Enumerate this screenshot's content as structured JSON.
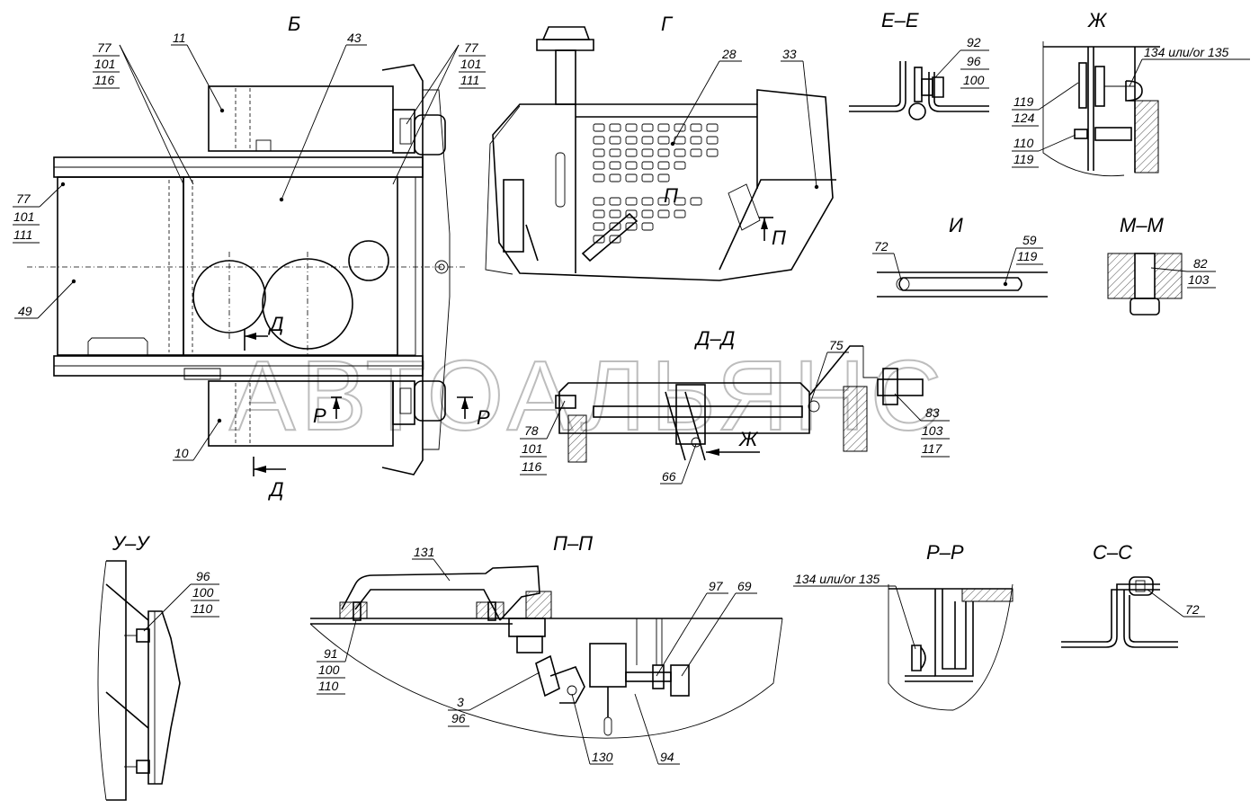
{
  "watermark": "АВТОАЛЬЯНС",
  "views": {
    "b": "Б",
    "g": "Г",
    "ee": "Е–Е",
    "zh": "Ж",
    "i": "И",
    "mm": "М–М",
    "dd": "Д–Д",
    "uu": "У–У",
    "pp": "П–П",
    "rr": "Р–Р",
    "ss": "С–С"
  },
  "section_marks": {
    "d": "Д",
    "r": "Р",
    "p": "П",
    "zh": "Ж"
  },
  "callouts": {
    "b_tl": [
      "77",
      "101",
      "116"
    ],
    "b_11": "11",
    "b_43": "43",
    "b_tr": [
      "77",
      "101",
      "111"
    ],
    "b_left": [
      "77",
      "101",
      "111"
    ],
    "b_49": "49",
    "b_10": "10",
    "g_28": "28",
    "g_33": "33",
    "ee": [
      "92",
      "96",
      "100"
    ],
    "zh_134": "134 или/or 135",
    "zh_a": [
      "119",
      "124"
    ],
    "zh_b": [
      "110",
      "119"
    ],
    "i_72": "72",
    "i_59": [
      "59",
      "119"
    ],
    "mm": [
      "82",
      "103"
    ],
    "dd_75": "75",
    "dd_78": [
      "78",
      "101",
      "116"
    ],
    "dd_66": "66",
    "dd_83": [
      "83",
      "103",
      "117"
    ],
    "uu": [
      "96",
      "100",
      "110"
    ],
    "pp_131": "131",
    "pp_91": [
      "91",
      "100",
      "110"
    ],
    "pp_97": "97",
    "pp_69": "69",
    "pp_3": [
      "3",
      "96"
    ],
    "pp_130": "130",
    "pp_94": "94",
    "rr_134": "134 или/or 135",
    "ss_72": "72"
  }
}
